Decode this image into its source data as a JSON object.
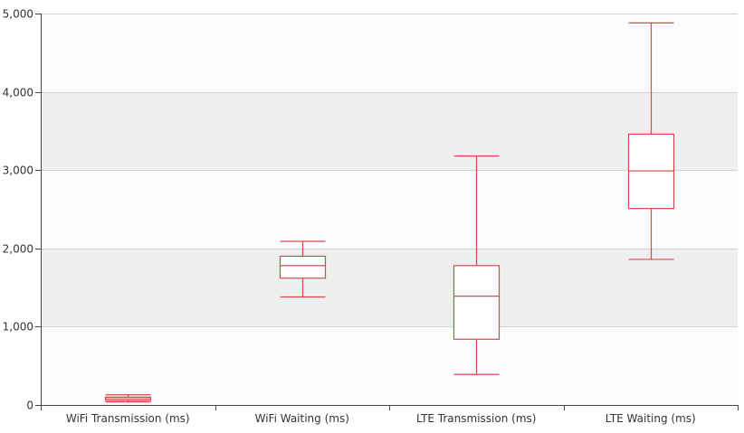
{
  "chart_data": {
    "type": "boxplot",
    "categories": [
      "WiFi Transmission (ms)",
      "WiFi Waiting (ms)",
      "LTE Transmission (ms)",
      "LTE Waiting (ms)"
    ],
    "boxes": [
      {
        "category": "WiFi Transmission (ms)",
        "min": 40,
        "q1": 60,
        "median": 80,
        "q3": 100,
        "max": 130
      },
      {
        "category": "WiFi Waiting (ms)",
        "min": 1380,
        "q1": 1620,
        "median": 1780,
        "q3": 1900,
        "max": 2090
      },
      {
        "category": "LTE Transmission (ms)",
        "min": 390,
        "q1": 840,
        "median": 1390,
        "q3": 1780,
        "max": 3180
      },
      {
        "category": "LTE Waiting (ms)",
        "min": 1860,
        "q1": 2510,
        "median": 2990,
        "q3": 3460,
        "max": 4880
      }
    ],
    "ylim": [
      0,
      5000
    ],
    "yticks": [
      0,
      1000,
      2000,
      3000,
      4000,
      5000
    ],
    "ytick_labels": [
      "0",
      "1,000",
      "2,000",
      "3,000",
      "4,000",
      "5,000"
    ],
    "title": "",
    "xlabel": "",
    "ylabel": "",
    "grid": true,
    "colors": {
      "box_stroke": "#d94848",
      "band_light": "#fcfcfc",
      "band_dark": "#efefef",
      "grid_line": "#d3d3d3",
      "axis_line": "#444444",
      "text": "#333333"
    }
  }
}
